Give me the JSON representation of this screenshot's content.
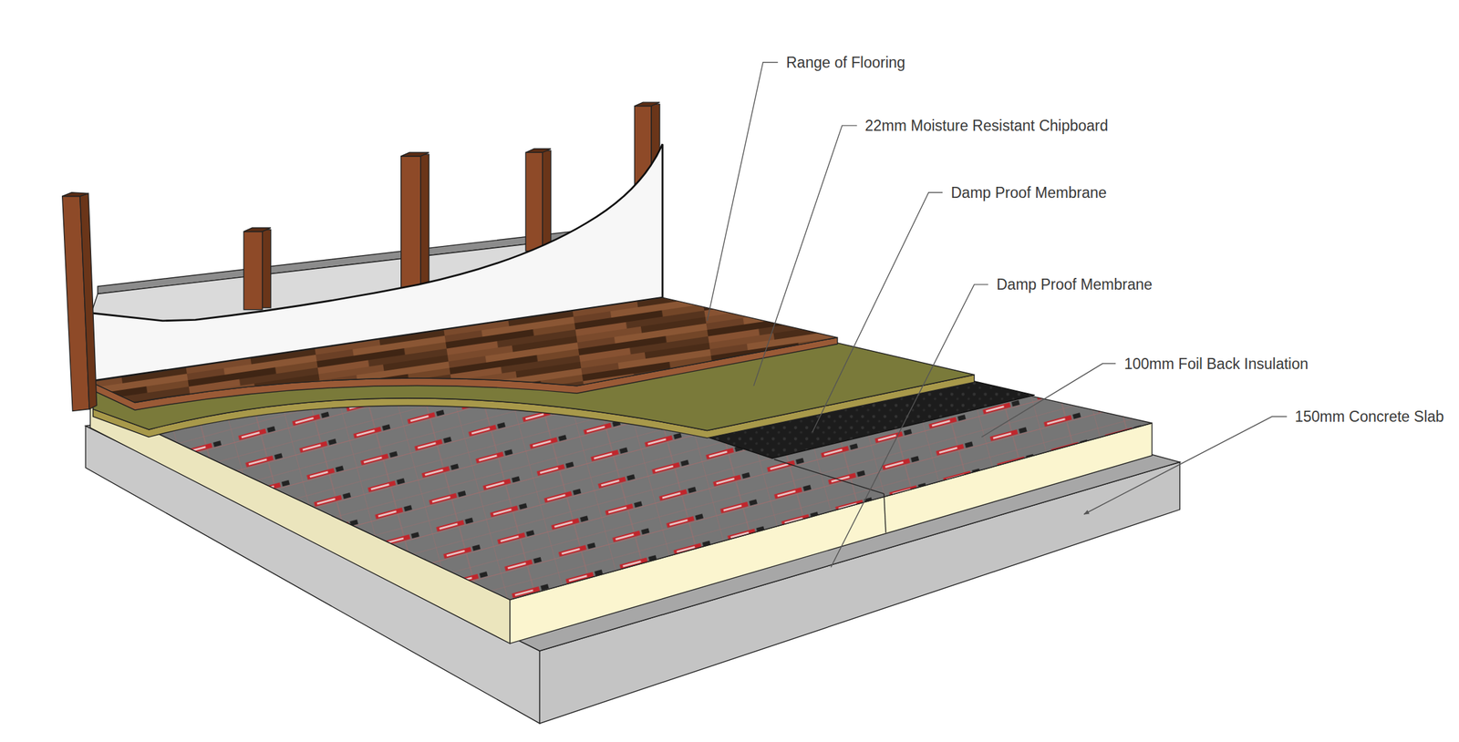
{
  "diagram": {
    "labels": [
      "Range of Flooring",
      "22mm Moisture Resistant Chipboard",
      "Damp Proof Membrane",
      "Damp Proof Membrane",
      "100mm Foil Back Insulation",
      "150mm Concrete Slab"
    ]
  }
}
